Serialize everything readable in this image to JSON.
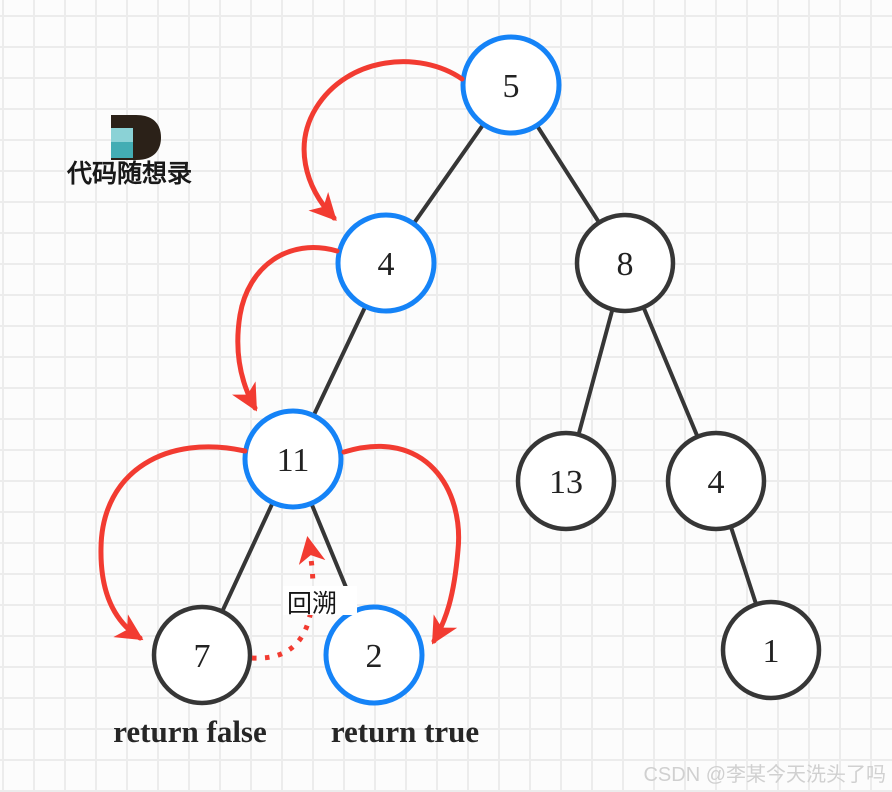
{
  "branding": {
    "logo_letter": "D",
    "logo_text": "代码随想录"
  },
  "watermark": "CSDN @李某今天洗头了吗",
  "annotations": {
    "backtrack": "回溯",
    "return_false": "return false",
    "return_true": "return true"
  },
  "colors": {
    "highlight": "#1583f7",
    "arrow": "#f23b31",
    "ink": "#363636",
    "text": "#222222",
    "grid_line": "#ececec",
    "background": "#fcfcfc",
    "logo_dark": "#2b2118",
    "logo_teal": "#43adb4",
    "logo_teal_light": "#8bd2d6",
    "watermark_gray": "#d0d0d0"
  },
  "tree": {
    "nodes": [
      {
        "label": "5",
        "highlighted": true
      },
      {
        "label": "4",
        "highlighted": true
      },
      {
        "label": "8",
        "highlighted": false
      },
      {
        "label": "11",
        "highlighted": true
      },
      {
        "label": "13",
        "highlighted": false
      },
      {
        "label": "4",
        "highlighted": false
      },
      {
        "label": "7",
        "highlighted": false
      },
      {
        "label": "2",
        "highlighted": true
      },
      {
        "label": "1",
        "highlighted": false
      }
    ],
    "edges": [
      [
        "5",
        "4"
      ],
      [
        "5",
        "8"
      ],
      [
        "4",
        "11"
      ],
      [
        "8",
        "13"
      ],
      [
        "8",
        "4"
      ],
      [
        "11",
        "7"
      ],
      [
        "11",
        "2"
      ],
      [
        "4",
        "1"
      ]
    ],
    "traversal_order": [
      "5",
      "4",
      "11",
      "7",
      "2"
    ],
    "backtrack_from": "7",
    "backtrack_to": "11"
  }
}
